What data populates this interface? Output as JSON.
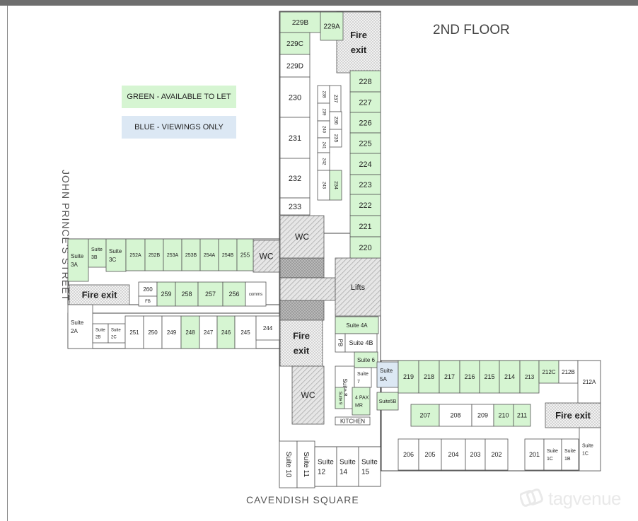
{
  "floor_title": "2ND FLOOR",
  "street_label": "JOHN PRINCE'S STREET",
  "square_label": "CAVENDISH SQUARE",
  "watermark": "tagvenue",
  "legend": [
    {
      "label": "GREEN - AVAILABLE TO LET",
      "color": "#d6f5d2"
    },
    {
      "label": "BLUE - VIEWINGS ONLY",
      "color": "#dce8f4"
    }
  ],
  "colors": {
    "available": "#d6f5d2",
    "viewing": "#dce8f4",
    "vacant": "#ffffff",
    "outline": "#444444"
  },
  "rooms": [
    {
      "label": "229B",
      "status": "available"
    },
    {
      "label": "229A",
      "status": "available"
    },
    {
      "label": "229C",
      "status": "available"
    },
    {
      "label": "229D",
      "status": "none"
    },
    {
      "label": "230",
      "status": "none"
    },
    {
      "label": "231",
      "status": "none"
    },
    {
      "label": "232",
      "status": "none"
    },
    {
      "label": "233",
      "status": "none"
    },
    {
      "label": "228",
      "status": "available"
    },
    {
      "label": "227",
      "status": "available"
    },
    {
      "label": "226",
      "status": "available"
    },
    {
      "label": "225",
      "status": "available"
    },
    {
      "label": "224",
      "status": "available"
    },
    {
      "label": "223",
      "status": "available"
    },
    {
      "label": "222",
      "status": "available"
    },
    {
      "label": "221",
      "status": "available"
    },
    {
      "label": "220",
      "status": "available"
    },
    {
      "label": "238",
      "status": "none"
    },
    {
      "label": "237",
      "status": "none"
    },
    {
      "label": "239",
      "status": "none"
    },
    {
      "label": "236",
      "status": "none"
    },
    {
      "label": "240",
      "status": "none"
    },
    {
      "label": "235",
      "status": "none"
    },
    {
      "label": "241",
      "status": "none"
    },
    {
      "label": "242",
      "status": "none"
    },
    {
      "label": "243",
      "status": "none"
    },
    {
      "label": "234",
      "status": "available"
    },
    {
      "label": "Suite 3A",
      "status": "available"
    },
    {
      "label": "Suite 3B",
      "status": "available"
    },
    {
      "label": "Suite 3C",
      "status": "available"
    },
    {
      "label": "252A",
      "status": "available"
    },
    {
      "label": "252B",
      "status": "available"
    },
    {
      "label": "253A",
      "status": "available"
    },
    {
      "label": "253B",
      "status": "available"
    },
    {
      "label": "254A",
      "status": "available"
    },
    {
      "label": "254B",
      "status": "available"
    },
    {
      "label": "255",
      "status": "available"
    },
    {
      "label": "260",
      "status": "none"
    },
    {
      "label": "FB",
      "status": "none"
    },
    {
      "label": "259",
      "status": "available"
    },
    {
      "label": "258",
      "status": "available"
    },
    {
      "label": "257",
      "status": "available"
    },
    {
      "label": "256",
      "status": "available"
    },
    {
      "label": "comms",
      "status": "none"
    },
    {
      "label": "Suite 2A",
      "status": "none"
    },
    {
      "label": "Suite 2B",
      "status": "none"
    },
    {
      "label": "Suite 2C",
      "status": "none"
    },
    {
      "label": "251",
      "status": "none"
    },
    {
      "label": "250",
      "status": "none"
    },
    {
      "label": "249",
      "status": "none"
    },
    {
      "label": "248",
      "status": "available"
    },
    {
      "label": "247",
      "status": "none"
    },
    {
      "label": "246",
      "status": "available"
    },
    {
      "label": "245",
      "status": "none"
    },
    {
      "label": "244",
      "status": "none"
    },
    {
      "label": "Suite 4A",
      "status": "available"
    },
    {
      "label": "PB",
      "status": "none"
    },
    {
      "label": "Suite 4B",
      "status": "none"
    },
    {
      "label": "Suite 6",
      "status": "available"
    },
    {
      "label": "Suite 8",
      "status": "none"
    },
    {
      "label": "Suite 7",
      "status": "none"
    },
    {
      "label": "Suite 9",
      "status": "available"
    },
    {
      "label": "4 PAX MR",
      "status": "available"
    },
    {
      "label": "KITCHEN",
      "status": "none"
    },
    {
      "label": "Suite 5A",
      "status": "viewing"
    },
    {
      "label": "Suite5B",
      "status": "available"
    },
    {
      "label": "219",
      "status": "available"
    },
    {
      "label": "218",
      "status": "available"
    },
    {
      "label": "217",
      "status": "available"
    },
    {
      "label": "216",
      "status": "available"
    },
    {
      "label": "215",
      "status": "available"
    },
    {
      "label": "214",
      "status": "available"
    },
    {
      "label": "213",
      "status": "available"
    },
    {
      "label": "212C",
      "status": "available"
    },
    {
      "label": "212B",
      "status": "none"
    },
    {
      "label": "212A",
      "status": "none"
    },
    {
      "label": "207",
      "status": "available"
    },
    {
      "label": "208",
      "status": "none"
    },
    {
      "label": "209",
      "status": "none"
    },
    {
      "label": "210",
      "status": "available"
    },
    {
      "label": "211",
      "status": "available"
    },
    {
      "label": "206",
      "status": "none"
    },
    {
      "label": "205",
      "status": "none"
    },
    {
      "label": "204",
      "status": "none"
    },
    {
      "label": "203",
      "status": "none"
    },
    {
      "label": "202",
      "status": "none"
    },
    {
      "label": "201",
      "status": "none"
    },
    {
      "label": "Suite 1C",
      "status": "none"
    },
    {
      "label": "Suite 1B",
      "status": "none"
    },
    {
      "label": "Suite 1C",
      "status": "none"
    },
    {
      "label": "Suite 10",
      "status": "none"
    },
    {
      "label": "Suite 11",
      "status": "none"
    },
    {
      "label": "Suite 12",
      "status": "none"
    },
    {
      "label": "Suite 14",
      "status": "none"
    },
    {
      "label": "Suite 15",
      "status": "none"
    }
  ],
  "areas": [
    {
      "label": "Fire exit",
      "kind": "fire-exit"
    },
    {
      "label": "WC",
      "kind": "wc"
    },
    {
      "label": "WC",
      "kind": "wc"
    },
    {
      "label": "Lifts",
      "kind": "lifts"
    },
    {
      "label": "Fire exit",
      "kind": "fire-exit"
    },
    {
      "label": "Fire exit",
      "kind": "fire-exit"
    },
    {
      "label": "WC",
      "kind": "wc"
    },
    {
      "label": "Fire exit",
      "kind": "fire-exit"
    }
  ]
}
